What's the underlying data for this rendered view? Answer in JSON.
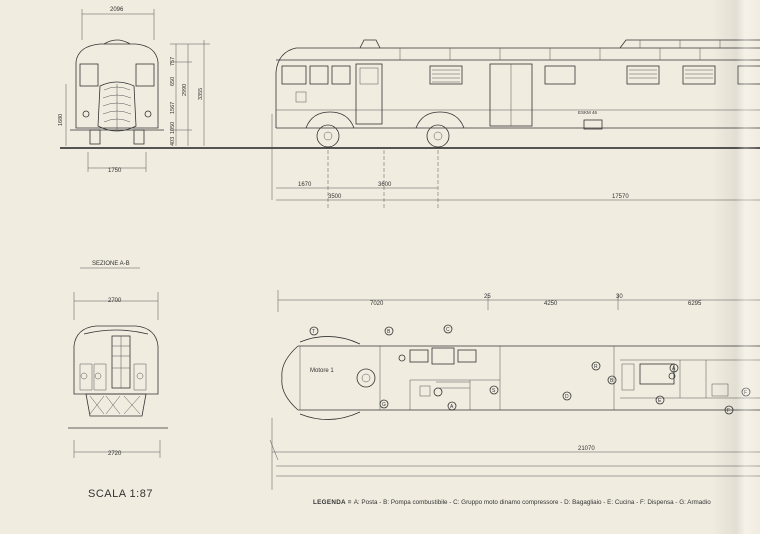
{
  "front_view": {
    "top_width": "2096",
    "bottom_width": "1750",
    "left_height": "1680",
    "heights": [
      "757",
      "650",
      "2990",
      "3355",
      "1567",
      "1050",
      "403"
    ]
  },
  "side_view": {
    "grille_label": "ESKM 46",
    "dims": [
      "1670",
      "3600",
      "3500",
      "17570"
    ]
  },
  "section": {
    "title": "SEZIONE A-B",
    "top_width": "2700",
    "bottom_width": "2720"
  },
  "plan_view": {
    "top_dims": [
      "7020",
      "25",
      "4250",
      "30",
      "6295"
    ],
    "total_length": "21070",
    "motor_label": "Motore 1",
    "markers": [
      "T",
      "B",
      "C",
      "R",
      "S",
      "A",
      "G",
      "D",
      "E",
      "F",
      "B",
      "A",
      "F"
    ]
  },
  "scale": "SCALA 1:87",
  "legend": {
    "heading": "LEGENDA = ",
    "text": "A: Posta - B: Pompa combustibile - C: Gruppo moto dinamo compressore - D: Bagagliaio - E: Cucina - F: Dispensa - G: Armadio"
  }
}
